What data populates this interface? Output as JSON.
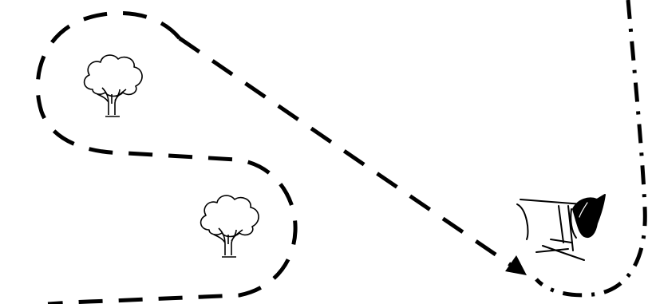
{
  "colors": {
    "background": "#ffffff",
    "stroke": "#000000"
  },
  "icons": {
    "tree_upper": "tree-icon",
    "tree_lower": "tree-icon",
    "horse": "horse-jumping-over-fence-icon",
    "arrow": "arrowhead-icon"
  },
  "routes": {
    "main_loop": "dashed",
    "right_path": "dash-dot",
    "bottom_entry": "dashed"
  }
}
